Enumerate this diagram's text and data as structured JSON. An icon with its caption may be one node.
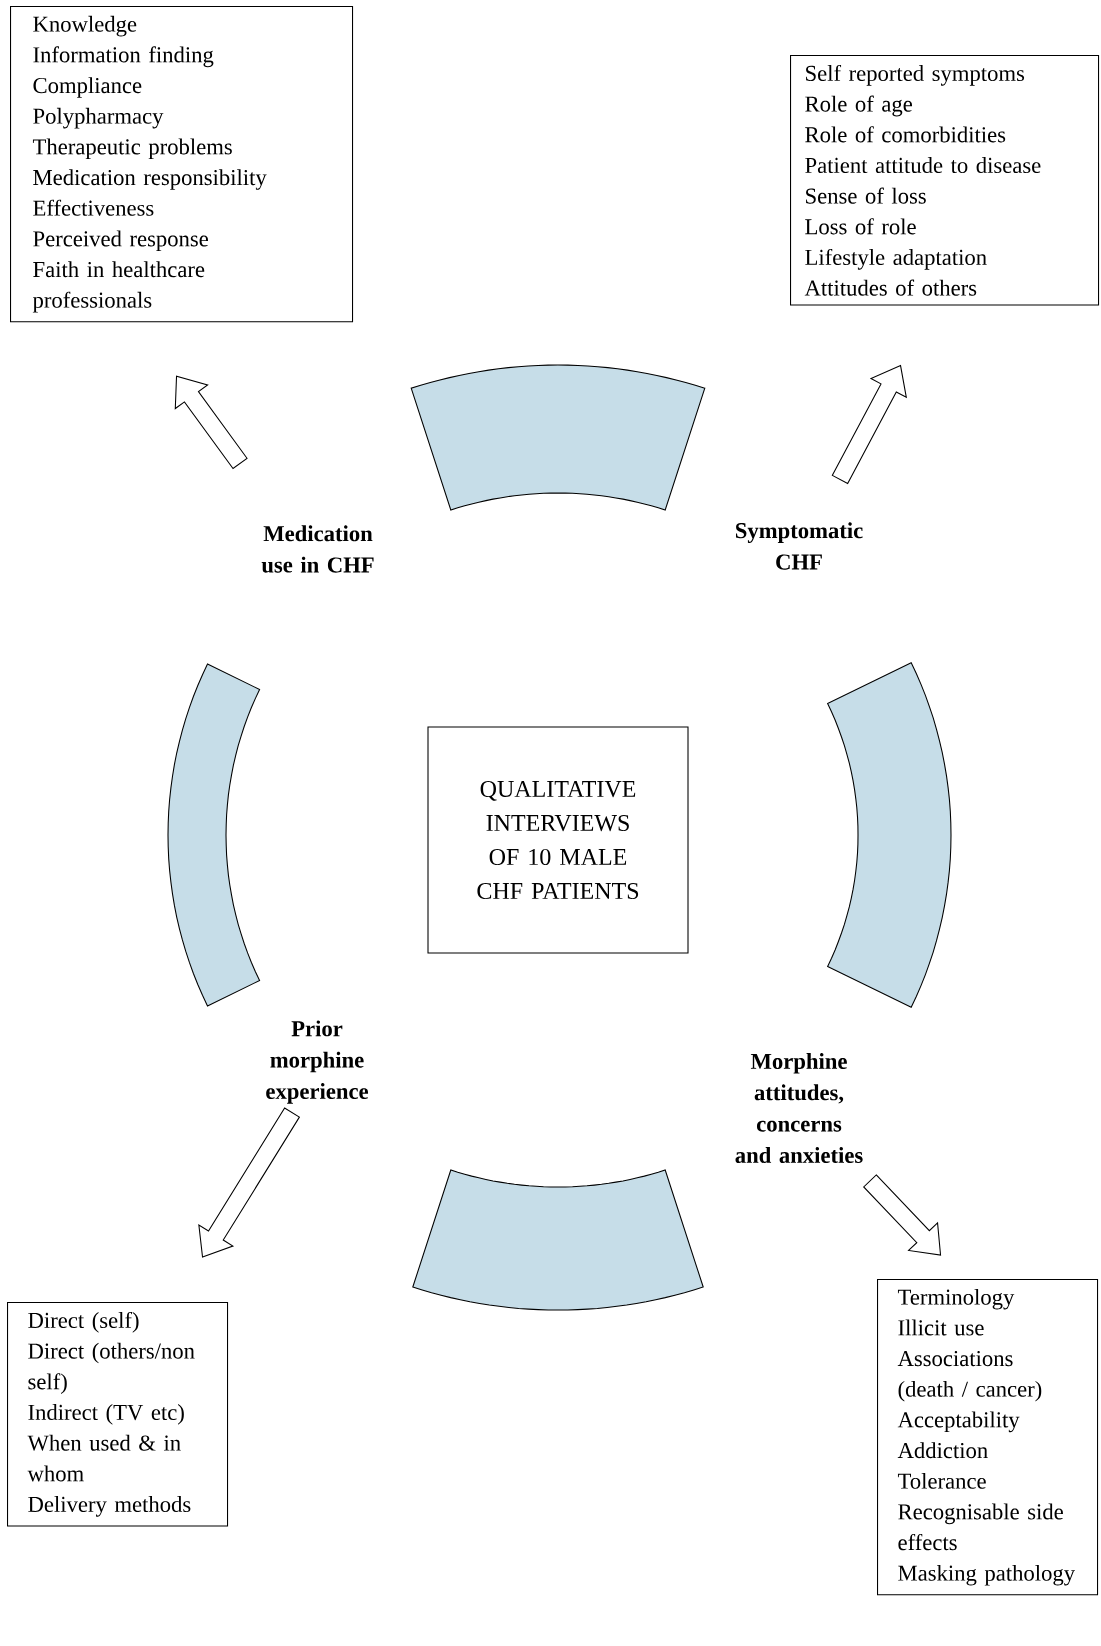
{
  "diagram": {
    "nodes": [
      {
        "text": [
          "Knowledge",
          "Information finding",
          "Compliance",
          "Polypharmacy",
          "Therapeutic problems",
          "Medication responsibility",
          "Effectiveness",
          "Perceived response",
          "Faith in healthcare professionals"
        ]
      },
      {
        "text": [
          "Self reported symptoms",
          "Role of age",
          "Role of comorbidities",
          "Patient attitude to disease",
          "Sense of loss",
          "Loss of role",
          "Lifestyle adaptation",
          "Attitudes of others"
        ]
      },
      {
        "text": [],
        "shape": "band"
      },
      {
        "text": [
          "Medication use in CHF"
        ]
      },
      {
        "text": [
          "Symptomatic CHF"
        ]
      },
      {
        "text": [],
        "shape": "band"
      },
      {
        "text": [
          "QUALITATIVE INTERVIEWS OF 10 MALE CHF PATIENTS"
        ]
      },
      {
        "text": [],
        "shape": "band"
      },
      {
        "text": [
          "Prior morphine experience"
        ]
      },
      {
        "text": [
          "Morphine attitudes, concerns and anxieties"
        ]
      },
      {
        "text": [],
        "shape": "band"
      },
      {
        "text": [
          "Direct (self)",
          "Direct (others/non self)",
          "Indirect (TV etc)",
          "When used & in whom",
          "Delivery methods"
        ]
      },
      {
        "text": [
          "Terminology",
          "Illicit use",
          "Associations (death / cancer)",
          "Acceptability",
          "Addiction",
          "Tolerance",
          "Recognisable side effects",
          "Masking pathology"
        ]
      }
    ],
    "edges": [
      {
        "from": 3,
        "to": 0,
        "arrow": "to"
      },
      {
        "from": 4,
        "to": 1,
        "arrow": "to"
      },
      {
        "from": 8,
        "to": 11,
        "arrow": "to"
      },
      {
        "from": 9,
        "to": 12,
        "arrow": "to"
      }
    ]
  }
}
